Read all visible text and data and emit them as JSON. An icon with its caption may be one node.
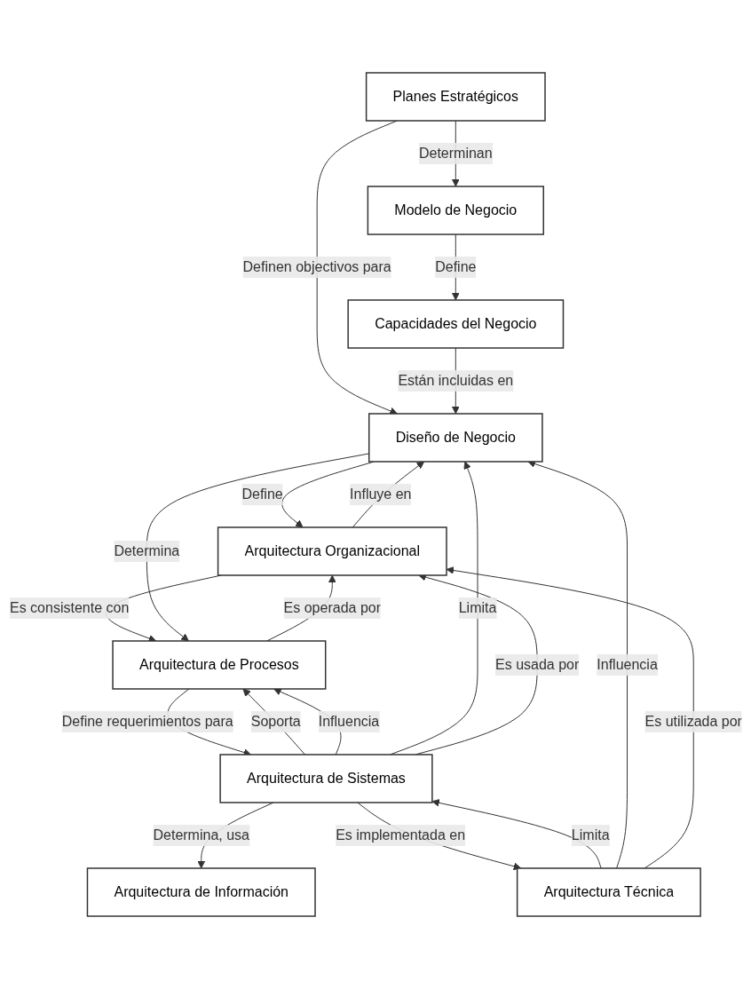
{
  "diagram": {
    "nodes": [
      {
        "text": [
          "Planes Estratégicos"
        ]
      },
      {
        "text": [
          "Modelo de Negocio"
        ]
      },
      {
        "text": [
          "Capacidades del Negocio"
        ]
      },
      {
        "text": [
          "Diseño de Negocio"
        ]
      },
      {
        "text": [
          "Arquitectura Organizacional"
        ]
      },
      {
        "text": [
          "Arquitectura de Procesos"
        ]
      },
      {
        "text": [
          "Arquitectura de Información"
        ]
      },
      {
        "text": [
          "Arquitectura de Sistemas"
        ]
      },
      {
        "text": [
          "Arquitectura Técnica"
        ]
      }
    ],
    "edges": [
      {
        "from": 0,
        "to": 1,
        "arrow": "to",
        "label": "Determinan"
      },
      {
        "from": 0,
        "to": 3,
        "arrow": "to",
        "label": "Definen objectivos para"
      },
      {
        "from": 1,
        "to": 2,
        "arrow": "to",
        "label": "Define"
      },
      {
        "from": 2,
        "to": 3,
        "arrow": "to",
        "label": "Están incluidas en"
      },
      {
        "from": 4,
        "to": 3,
        "arrow": "to",
        "label": "Influye en"
      },
      {
        "from": 3,
        "to": 4,
        "arrow": "to",
        "label": "Define"
      },
      {
        "from": 4,
        "to": 5,
        "arrow": "to",
        "label": "Es consistente con"
      },
      {
        "from": 3,
        "to": 5,
        "arrow": "to",
        "label": "Determina"
      },
      {
        "from": 5,
        "to": 4,
        "arrow": "to",
        "label": "Es operada por"
      },
      {
        "from": 5,
        "to": 7,
        "arrow": "to",
        "label": "Define requerimientos para"
      },
      {
        "from": 7,
        "to": 5,
        "arrow": "to",
        "label": "Soporta"
      },
      {
        "from": 7,
        "to": 5,
        "arrow": "to",
        "label": "Influencia"
      },
      {
        "from": 7,
        "to": 3,
        "arrow": "to",
        "label": "Limita"
      },
      {
        "from": 7,
        "to": 6,
        "arrow": "to",
        "label": "Determina, usa"
      },
      {
        "from": 7,
        "to": 4,
        "arrow": "to",
        "label": "Es usada por"
      },
      {
        "from": 7,
        "to": 8,
        "arrow": "to",
        "label": "Es implementada en"
      },
      {
        "from": 8,
        "to": 7,
        "arrow": "to",
        "label": "Limita"
      },
      {
        "from": 8,
        "to": 3,
        "arrow": "to",
        "label": "Influencia"
      },
      {
        "from": 8,
        "to": 4,
        "arrow": "to",
        "label": "Es utilizada por"
      }
    ]
  }
}
